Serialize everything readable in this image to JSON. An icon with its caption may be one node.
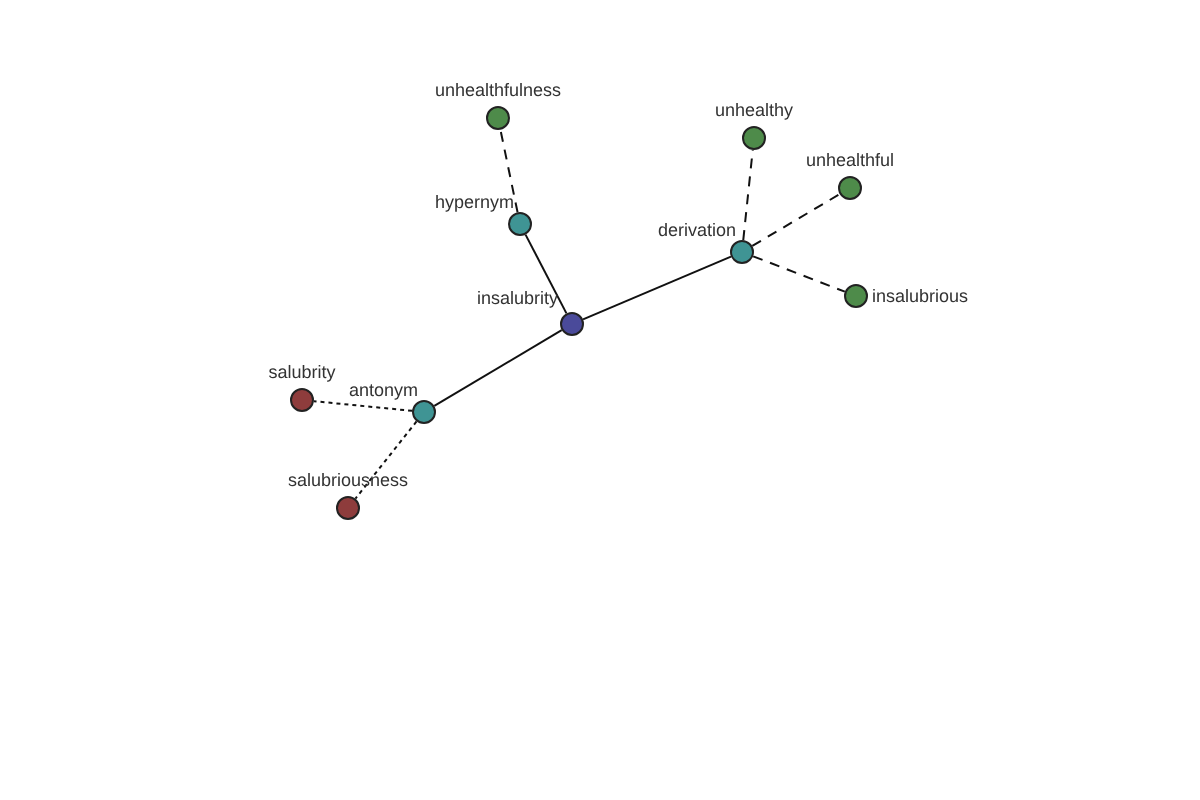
{
  "diagram": {
    "nodes": [
      {
        "text": [
          "unhealthfulness"
        ]
      },
      {
        "text": [
          "unhealthy"
        ]
      },
      {
        "text": [
          "unhealthful"
        ]
      },
      {
        "text": [
          "hypernym"
        ]
      },
      {
        "text": [
          "derivation"
        ]
      },
      {
        "text": [
          "insalubrious"
        ]
      },
      {
        "text": [
          "insalubrity"
        ]
      },
      {
        "text": [
          "salubrity"
        ]
      },
      {
        "text": [
          "antonym"
        ]
      },
      {
        "text": [
          "salubriousness"
        ]
      }
    ],
    "edges": [
      {
        "from": 6,
        "to": 3,
        "arrow": "none"
      },
      {
        "from": 3,
        "to": 0,
        "arrow": "none",
        "style": "dashed"
      },
      {
        "from": 6,
        "to": 4,
        "arrow": "none"
      },
      {
        "from": 4,
        "to": 1,
        "arrow": "none",
        "style": "dashed"
      },
      {
        "from": 4,
        "to": 2,
        "arrow": "none",
        "style": "dashed"
      },
      {
        "from": 4,
        "to": 5,
        "arrow": "none",
        "style": "dashed"
      },
      {
        "from": 6,
        "to": 8,
        "arrow": "none"
      },
      {
        "from": 8,
        "to": 7,
        "arrow": "none",
        "style": "dashed"
      },
      {
        "from": 8,
        "to": 9,
        "arrow": "none",
        "style": "dashed"
      }
    ]
  }
}
